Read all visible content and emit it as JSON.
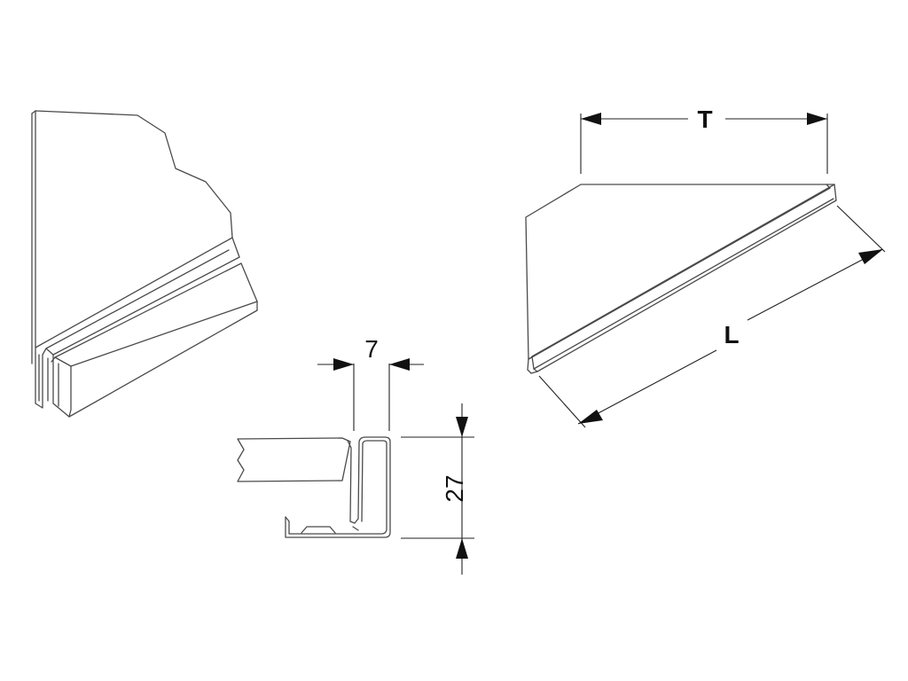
{
  "dimensions": {
    "width": "7",
    "height": "27",
    "depth": "T",
    "length": "L"
  },
  "colors": {
    "line": "#4a4a4a",
    "dimension": "#222222",
    "background": "#ffffff"
  }
}
